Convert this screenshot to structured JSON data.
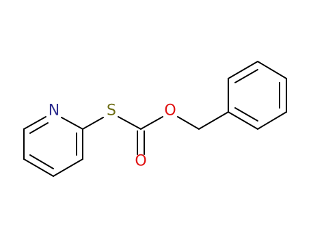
{
  "molecule": {
    "atoms": {
      "n": {
        "symbol": "N",
        "color": "#2f2f8f"
      },
      "s": {
        "symbol": "S",
        "color": "#6f6f18"
      },
      "o_ester": {
        "symbol": "O",
        "color": "#e01010"
      },
      "o_carbonyl": {
        "symbol": "O",
        "color": "#e01010"
      }
    },
    "bond_color": "#000000"
  }
}
